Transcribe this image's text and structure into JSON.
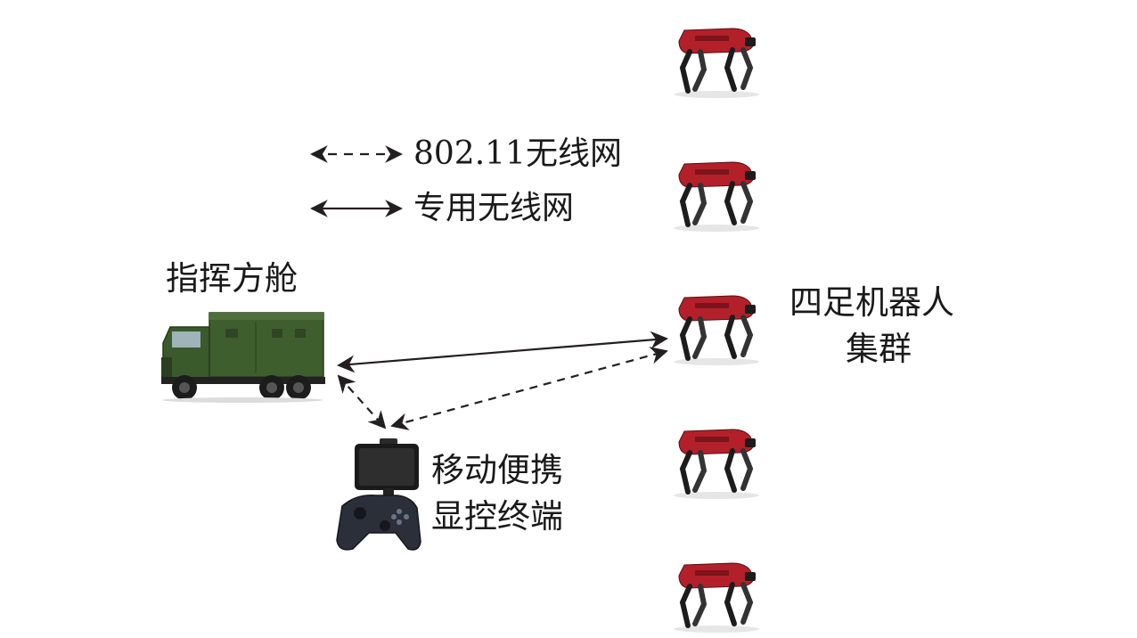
{
  "legend": {
    "wifi_label": "802.11无线网",
    "private_label": "专用无线网"
  },
  "nodes": {
    "command_shelter": {
      "label": "指挥方舱",
      "icon": "military-truck-icon"
    },
    "mobile_terminal": {
      "label_line1": "移动便携",
      "label_line2": "显控终端",
      "icon": "gamepad-phone-icon"
    },
    "robot_cluster": {
      "label_line1": "四足机器人",
      "label_line2": "集群",
      "icon": "quadruped-robot-icon",
      "count": 5
    }
  },
  "colors": {
    "line": "#231f20",
    "robot_body": "#b3202a",
    "truck_body": "#3b5a2c"
  }
}
